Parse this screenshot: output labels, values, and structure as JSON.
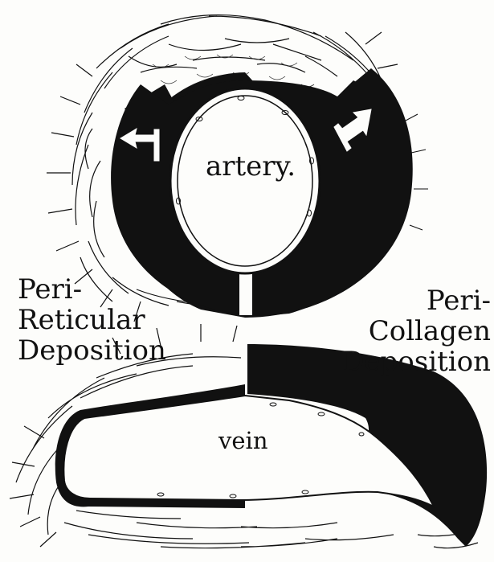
{
  "labels": {
    "artery": "artery.",
    "vein": "vein",
    "left": {
      "line1": "Peri-",
      "line2": "Reticular",
      "line3": "Deposition"
    },
    "right": {
      "line1": "Peri-",
      "line2": "Collagen",
      "line3": "Deposition"
    }
  },
  "icons": {
    "left_arrow": "t-arrow-left-icon",
    "right_arrow": "t-arrow-right-icon"
  },
  "colors": {
    "ink": "#111111",
    "paper": "#fdfdfb"
  }
}
